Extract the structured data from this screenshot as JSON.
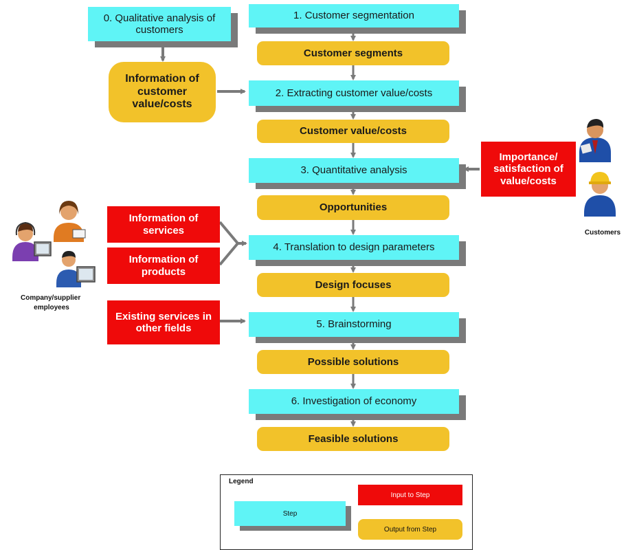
{
  "steps": [
    "1. Customer segmentation",
    "2. Extracting customer value/costs",
    "3. Quantitative analysis",
    "4. Translation to design parameters",
    "5. Brainstorming",
    "6. Investigation of economy"
  ],
  "outputs": [
    "Customer segments",
    "Customer value/costs",
    "Opportunities",
    "Design focuses",
    "Possible solutions",
    "Feasible solutions"
  ],
  "qualitative_step": "0. Qualitative analysis of customers",
  "customer_info_output": "Information of customer value/costs",
  "inputs": {
    "importance": "Importance/ satisfaction of value/costs",
    "services_info": "Information of services",
    "products_info": "Information of products",
    "existing_services": "Existing services in other fields"
  },
  "captions": {
    "customers": "Customers",
    "employees": "Company/supplier employees"
  },
  "legend": {
    "title": "Legend",
    "step": "Step",
    "input": "Input to Step",
    "output": "Output from Step"
  },
  "colors": {
    "step": "#5ff4f6",
    "input": "#ef0a0a",
    "output": "#f2c22a",
    "shadow": "#7a7a7a",
    "arrow": "#7a7a7a"
  },
  "icons": [
    "customer-businessman-icon",
    "customer-worker-icon",
    "support-agent-icon",
    "employee-woman-icon",
    "computer-user-icon"
  ]
}
